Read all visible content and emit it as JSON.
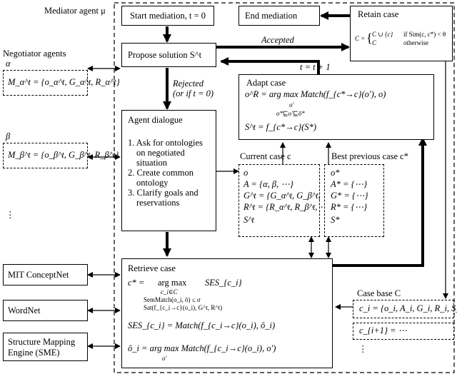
{
  "mediator": {
    "title": "Mediator agent μ"
  },
  "negotiators": {
    "title": "Negotiator agents",
    "alpha": {
      "label": "α",
      "formula": "M_α^t = {o_α^t, G_α^t, R_α^t}"
    },
    "beta": {
      "label": "β",
      "formula": "M_β^t = {o_β^t, G_β^t, R_β^t}"
    },
    "ellipsis": "⋮"
  },
  "start_mediation": {
    "label": "Start mediation, t = 0"
  },
  "end_mediation": {
    "label": "End mediation"
  },
  "retain_case": {
    "title": "Retain case",
    "lhs": "C =",
    "case1": "C ∪ {c}",
    "cond1": "if Sim(c, c*) < θ",
    "case2": "C",
    "cond2": "otherwise"
  },
  "propose": {
    "label": "Propose solution S^t"
  },
  "accepted": {
    "label": "Accepted"
  },
  "increment": {
    "label": "t = t + 1"
  },
  "rejected": {
    "line1": "Rejected",
    "line2": "(or if t = 0)"
  },
  "adapt_case": {
    "title": "Adapt case",
    "eq1": "o^R = arg max Match(f_{c*→c}(o′), o)",
    "under1": "o′",
    "under2": "o*⊑o′⊑ō*",
    "eq2": "S^t = f_{c*→c}(S*)"
  },
  "agent_dialogue": {
    "title": "Agent dialogue",
    "items": [
      [
        "1. Ask for ontologies",
        "on negotiated",
        "situation"
      ],
      [
        "2. Create common",
        "ontology"
      ],
      [
        "3. Clarify goals and",
        "reservations"
      ]
    ]
  },
  "current_case": {
    "title": "Current case c",
    "lines": [
      "o",
      "A = {α, β, ⋯}",
      "G^t = {G_α^t, G_β^t, ⋯}",
      "R^t = {R_α^t, R_β^t, ⋯}",
      "S^t"
    ]
  },
  "best_previous_case": {
    "title": "Best previous case c*",
    "lines": [
      "o*",
      "A* = {⋯}",
      "G* = {⋯}",
      "R* = {⋯}",
      "S*"
    ]
  },
  "retrieve_case": {
    "title": "Retrieve case",
    "eq1_lhs": "c* =",
    "eq1_op": "arg max",
    "eq1_sub": "c_i∈C",
    "eq1_rhs": "SES_{c_i}",
    "cond1": "SemMatch(o_i, ō) ≤ σ",
    "cond2": "Sat(f_{c_i→c}(o_i), G^t, R^t)",
    "eq2": "SES_{c_i} = Match(f_{c_i→c}(o_i), ô_i)",
    "eq3_lhs": "ô_i = arg max Match(f_{c_i→c}(o_i), o′)",
    "eq3_sub": "o′"
  },
  "resources": {
    "conceptnet": "MIT ConceptNet",
    "wordnet": "WordNet",
    "sme_line1": "Structure Mapping",
    "sme_line2": "Engine (SME)"
  },
  "case_base": {
    "title": "Case base C",
    "item1": "c_i = {o_i, A_i, G_i, R_i, S_i}",
    "item2": "c_{i+1} = ⋯",
    "ellipsis": "⋮"
  }
}
